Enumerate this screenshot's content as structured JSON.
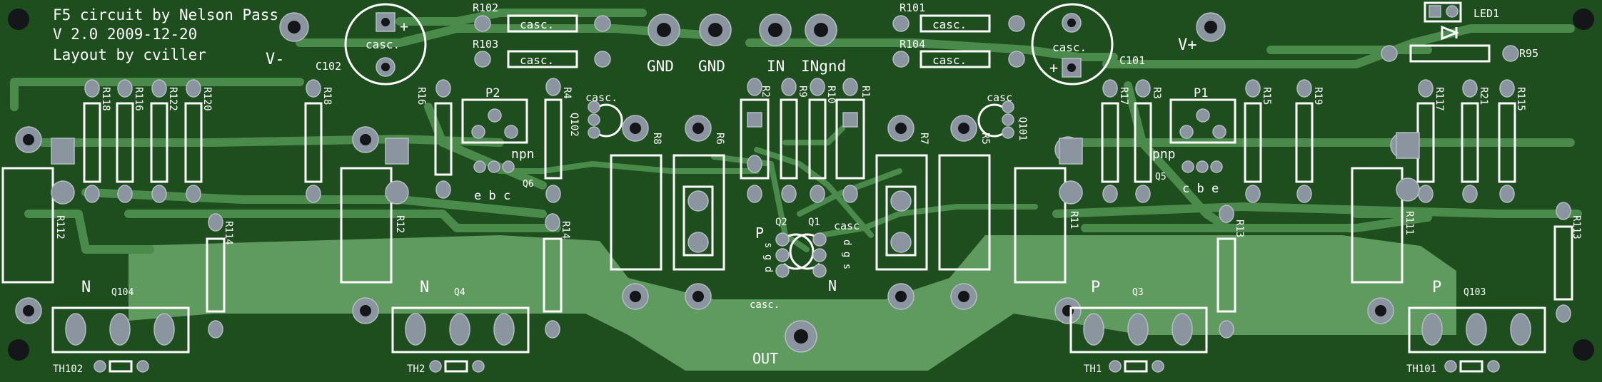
{
  "board": {
    "title": [
      "F5 circuit by Nelson Pass",
      "V 2.0 2009-12-20",
      "Layout by cviller"
    ],
    "colors": {
      "substrate": "#1e4d1e",
      "copper": "#4a8a4a",
      "pour": "#5f9a5f",
      "silk": "#ffffff",
      "pad": "#8b95a0"
    },
    "labels": {
      "vminus": "V-",
      "vplus": "V+",
      "c102": "C102",
      "c101": "C101",
      "casc": "casc.",
      "casc2": "casc",
      "plus": "+",
      "gnd1": "GND",
      "gnd2": "GND",
      "in": "IN",
      "ingnd": "INgnd",
      "out": "OUT",
      "r102": "R102",
      "r103": "R103",
      "r101": "R101",
      "r104": "R104",
      "led1": "LED1",
      "r95": "R95",
      "r118": "R118",
      "r116": "R116",
      "r122": "R122",
      "r120": "R120",
      "r18": "R18",
      "r16": "R16",
      "r4": "R4",
      "p2": "P2",
      "npn": "npn",
      "q6": "Q6",
      "ebc": "e b c",
      "q102": "Q102",
      "r8": "R8",
      "r6": "R6",
      "r2": "R2",
      "r9": "R9",
      "r10": "R10",
      "r1": "R1",
      "r7": "R7",
      "r5": "R5",
      "q101": "Q101",
      "r17": "R17",
      "r3": "R3",
      "p1": "P1",
      "pnp": "pnp",
      "q5": "Q5",
      "cbe": "c b e",
      "r15": "R15",
      "r19": "R19",
      "r117": "R117",
      "r21": "R21",
      "r115": "R115",
      "r112": "R112",
      "r12": "R12",
      "r114": "R114",
      "r14": "R14",
      "r11": "R11",
      "r13": "R13",
      "r111": "R111",
      "r113": "R113",
      "q2": "Q2",
      "q1": "Q1",
      "p": "P",
      "n": "N",
      "sgd": "s g d",
      "dgs": "d g s",
      "q104": "Q104",
      "q4": "Q4",
      "q3": "Q3",
      "q103": "Q103",
      "th102": "TH102",
      "th2": "TH2",
      "th1": "TH1",
      "th101": "TH101"
    }
  }
}
